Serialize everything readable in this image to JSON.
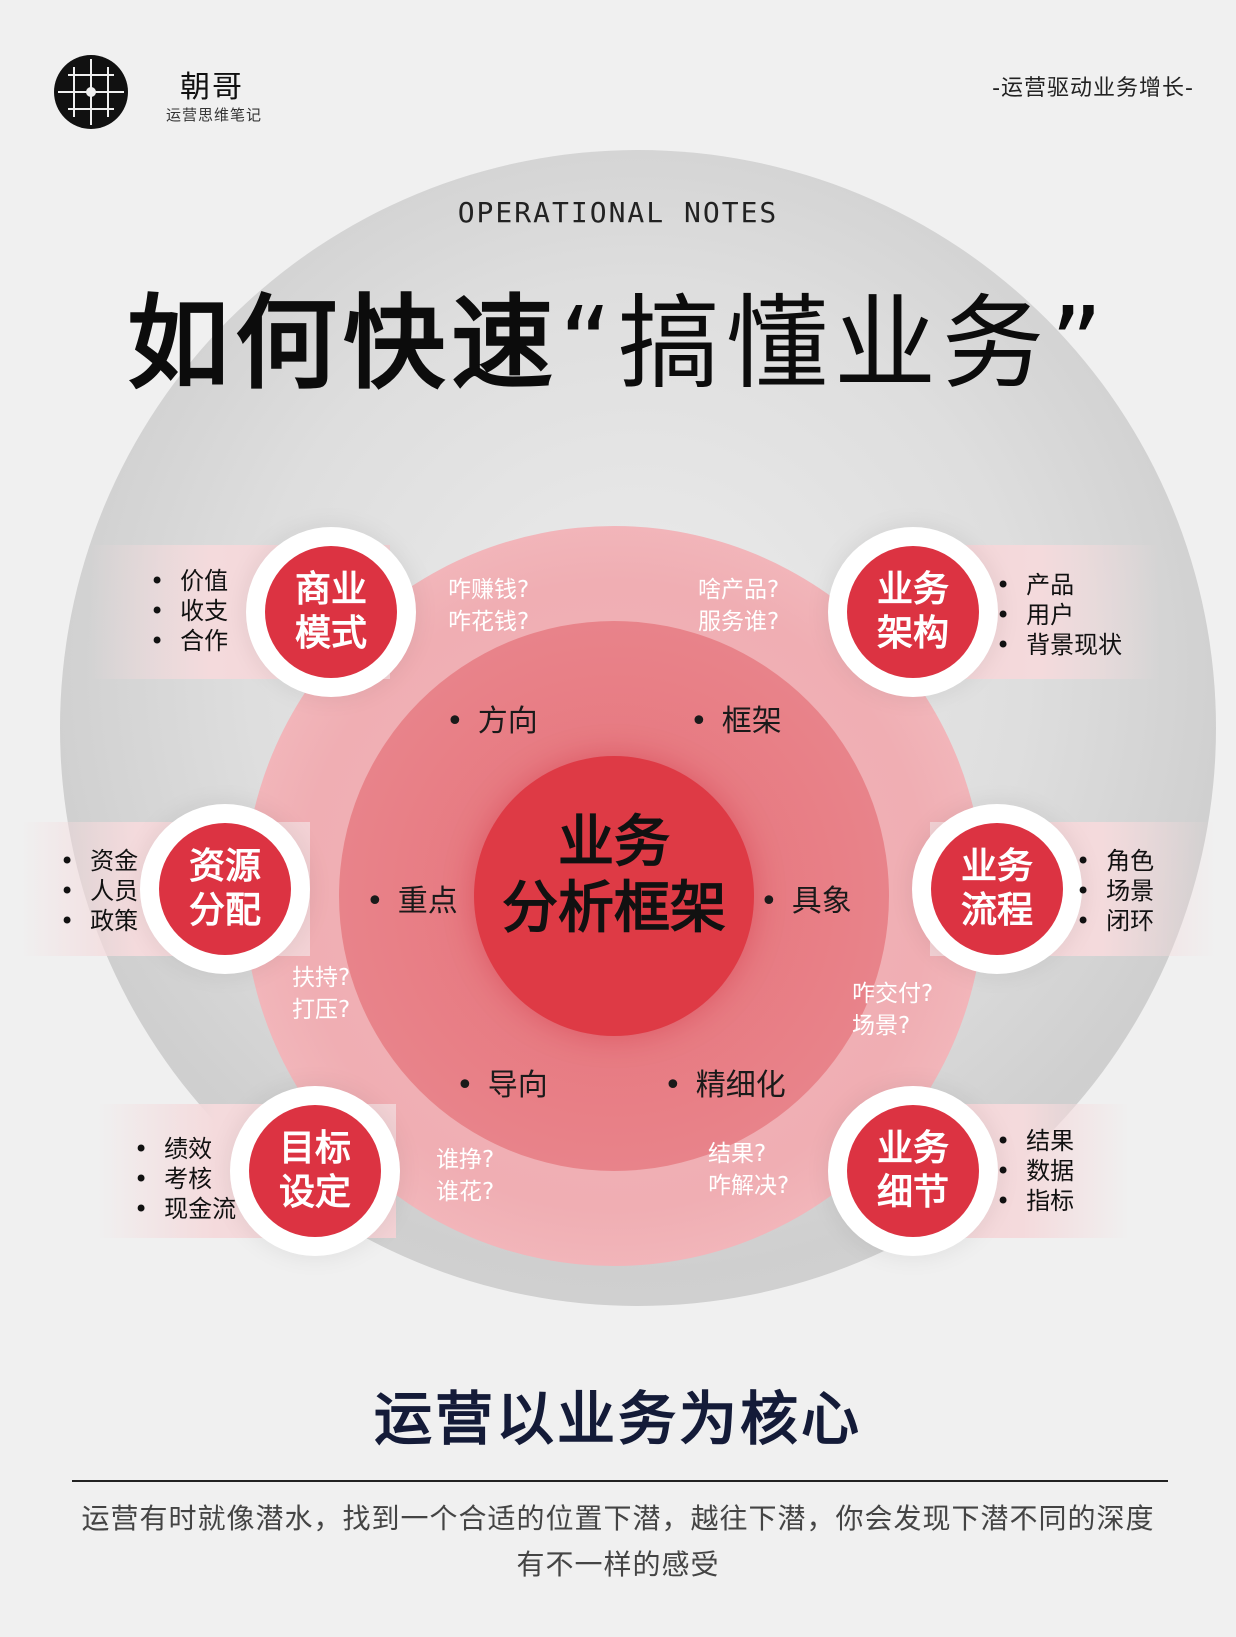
{
  "brand": {
    "name": "朝哥",
    "subtitle": "运营思维笔记"
  },
  "slogan": "-运营驱动业务增长-",
  "eyebrow": "OPERATIONAL NOTES",
  "title": {
    "main": "如何快速",
    "quoted": "“搞懂业务”"
  },
  "center": {
    "line1": "业务",
    "line2": "分析框架"
  },
  "keywords": [
    "方向",
    "框架",
    "重点",
    "具象",
    "导向",
    "精细化"
  ],
  "nodes": [
    {
      "line1": "商业",
      "line2": "模式",
      "items": [
        "价值",
        "收支",
        "合作"
      ],
      "questions": [
        "咋赚钱?",
        "咋花钱?"
      ]
    },
    {
      "line1": "业务",
      "line2": "架构",
      "items": [
        "产品",
        "用户",
        "背景现状"
      ],
      "questions": [
        "啥产品?",
        "服务谁?"
      ]
    },
    {
      "line1": "资源",
      "line2": "分配",
      "items": [
        "资金",
        "人员",
        "政策"
      ],
      "questions": [
        "扶持?",
        "打压?"
      ]
    },
    {
      "line1": "业务",
      "line2": "流程",
      "items": [
        "角色",
        "场景",
        "闭环"
      ],
      "questions": [
        "咋交付?",
        "场景?"
      ]
    },
    {
      "line1": "目标",
      "line2": "设定",
      "items": [
        "绩效",
        "考核",
        "现金流"
      ],
      "questions": [
        "谁挣?",
        "谁花?"
      ]
    },
    {
      "line1": "业务",
      "line2": "细节",
      "items": [
        "结果",
        "数据",
        "指标"
      ],
      "questions": [
        "结果?",
        "咋解决?"
      ]
    }
  ],
  "bottom": {
    "title": "运营以业务为核心",
    "text": "运营有时就像潜水，找到一个合适的位置下潜，越往下潜，你会发现下潜不同的深度有不一样的感受"
  }
}
